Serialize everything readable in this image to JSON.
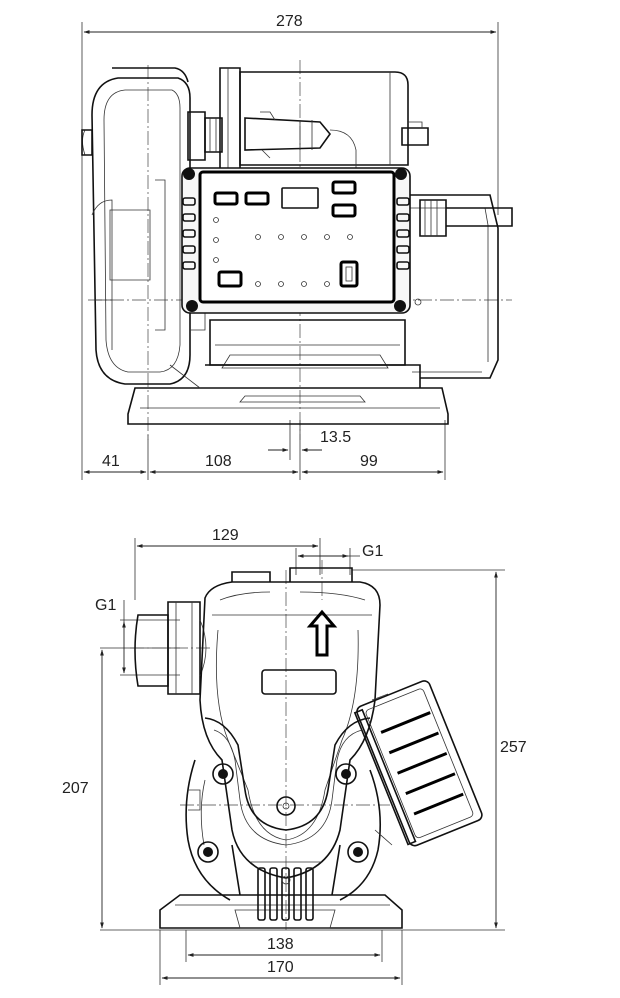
{
  "top_view": {
    "dims": {
      "overall_width": "278",
      "left_offset": "41",
      "base_to_center": "108",
      "center_to_right": "99",
      "center_offset": "13.5"
    }
  },
  "bottom_view": {
    "dims": {
      "outlet_offset": "129",
      "outlet_thread": "G1",
      "inlet_thread": "G1",
      "inlet_height": "207",
      "overall_height": "257",
      "foot_inner": "138",
      "foot_outer": "170"
    }
  }
}
